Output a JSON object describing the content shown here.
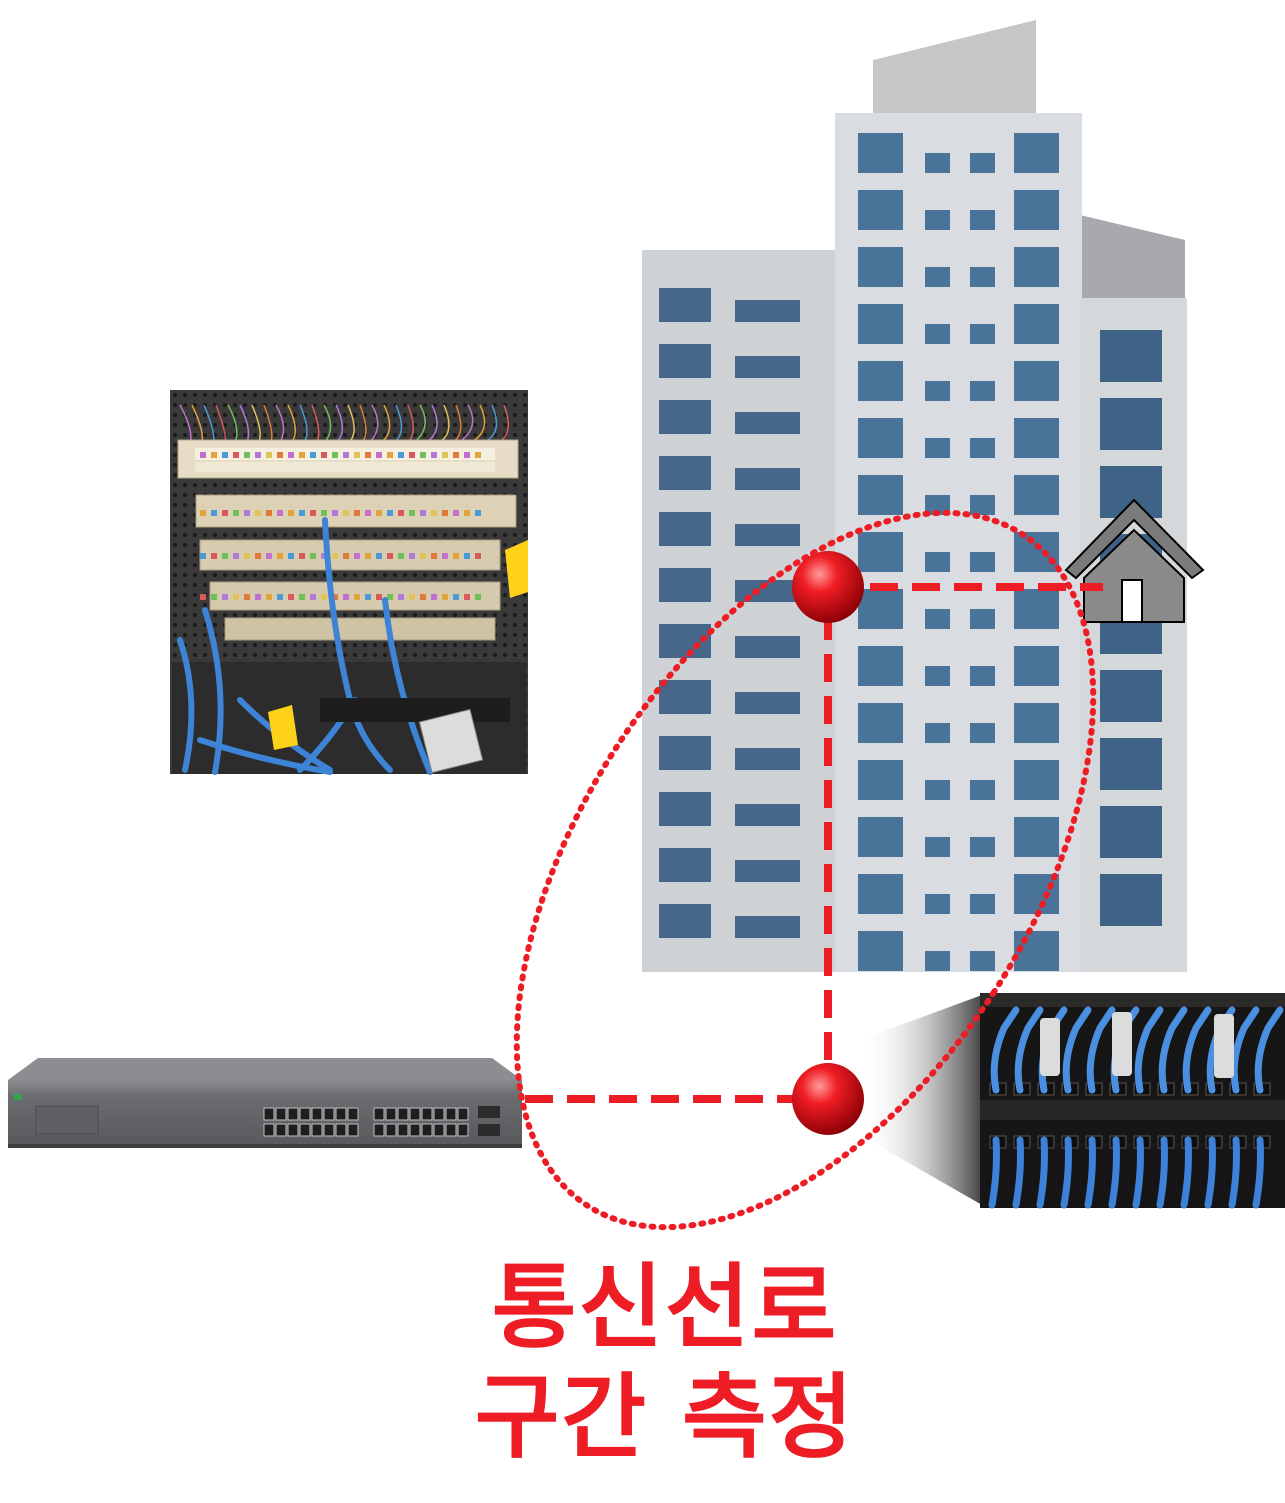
{
  "caption": {
    "line1": "통신선로",
    "line2": "구간 측정"
  },
  "colors": {
    "accent": "#ee1c24",
    "window": "#4a7399",
    "building_light": "#cfd2d5",
    "building_gray": "#a7a9ac",
    "switch_body": "#6a6c6f",
    "house": "#7b7b7b"
  },
  "icons": [
    "building-icon",
    "house-icon",
    "network-switch-icon",
    "measure-point-marker"
  ],
  "photos": [
    "telephone-terminal-block-photo",
    "patch-panel-cables-photo"
  ]
}
